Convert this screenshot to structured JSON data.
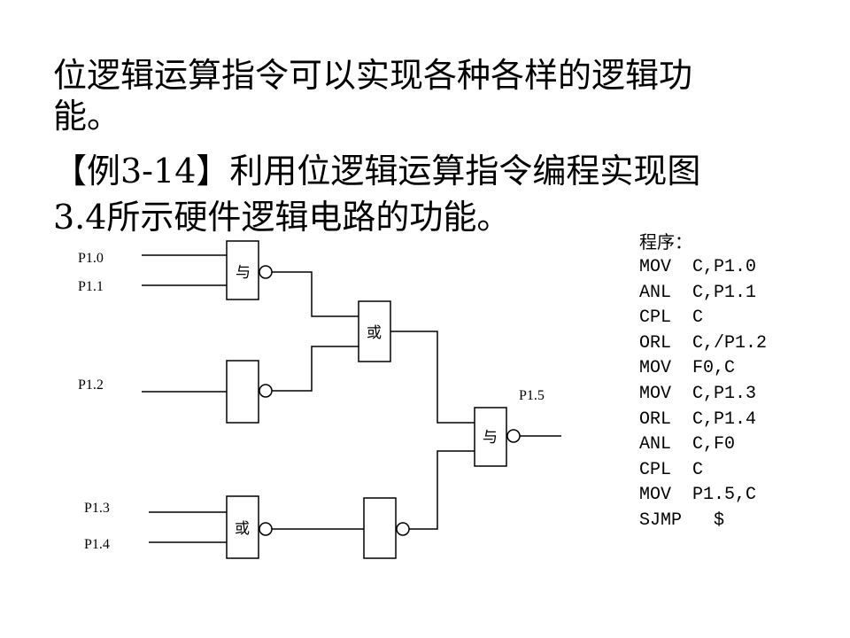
{
  "heading": {
    "line1": "位逻辑运算指令可以实现各种各样的逻辑功",
    "line2": "能。",
    "line3": "【例3-14】利用位逻辑运算指令编程实现图",
    "line4": "3.4所示硬件逻辑电路的功能。"
  },
  "circuit": {
    "pins": {
      "p10": "P1.0",
      "p11": "P1.1",
      "p12": "P1.2",
      "p13": "P1.3",
      "p14": "P1.4",
      "p15": "P1.5"
    },
    "gates": {
      "and1": "与",
      "or1": "或",
      "or2": "或",
      "and2": "与"
    }
  },
  "program": {
    "title": "程序：",
    "lines": [
      "MOV  C,P1.0",
      "ANL  C,P1.1",
      "CPL  C",
      "ORL  C,/P1.2",
      "MOV  F0,C",
      "MOV  C,P1.3",
      "ORL  C,P1.4",
      "ANL  C,F0",
      "CPL  C",
      "MOV  P1.5,C",
      "SJMP   $"
    ]
  }
}
